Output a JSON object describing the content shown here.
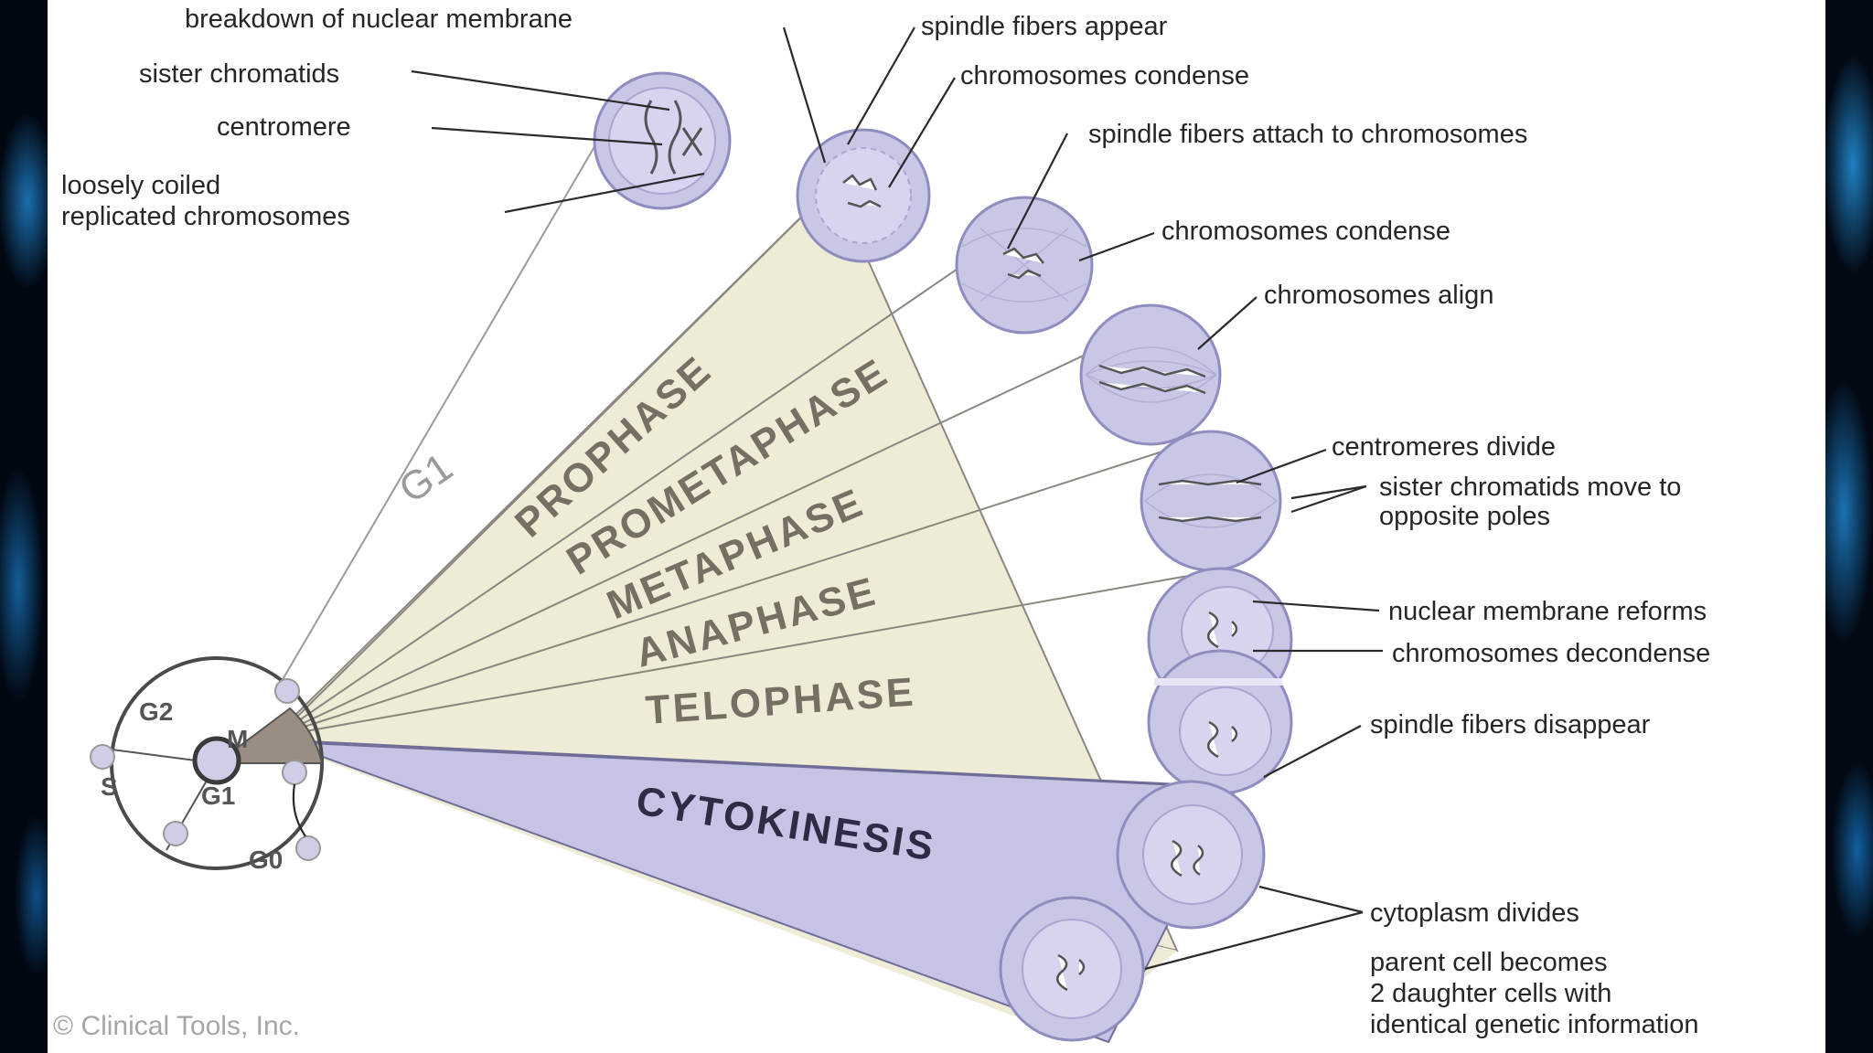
{
  "slide": {
    "phases": {
      "g1_ghost": "G1",
      "prophase": "PROPHASE",
      "prometaphase": "PROMETAPHASE",
      "metaphase": "METAPHASE",
      "anaphase": "ANAPHASE",
      "telophase": "TELOPHASE",
      "cytokinesis": "CYTOKINESIS"
    },
    "cycle": {
      "g2": "G2",
      "m": "M",
      "s": "S",
      "g1": "G1",
      "g0": "G0"
    },
    "labels": {
      "breakdown": "breakdown of nuclear membrane",
      "sister_chromatids": "sister chromatids",
      "centromere": "centromere",
      "loosely_coiled_1": "loosely coiled",
      "loosely_coiled_2": "replicated chromosomes",
      "spindle_appear": "spindle fibers appear",
      "chrom_condense_1": "chromosomes condense",
      "spindle_attach": "spindle fibers attach to chromosomes",
      "chrom_condense_2": "chromosomes condense",
      "chrom_align": "chromosomes align",
      "centromeres_divide": "centromeres divide",
      "sister_move_1": "sister chromatids move to",
      "sister_move_2": "opposite poles",
      "nuclear_reforms": "nuclear membrane reforms",
      "chrom_decondense": "chromosomes decondense",
      "spindle_disappear": "spindle fibers disappear",
      "cytoplasm_divides": "cytoplasm divides",
      "parent_1": "parent cell becomes",
      "parent_2": "2 daughter cells with",
      "parent_3": "identical genetic information"
    },
    "copyright": "© Clinical Tools, Inc.",
    "colors": {
      "wedge_fill": "#eeebd6",
      "cytokinesis_fill": "#c6c4e4",
      "cell_fill": "#c9c7e6",
      "cell_stroke": "#8f8cbf",
      "phase_text": "#766f64"
    }
  }
}
